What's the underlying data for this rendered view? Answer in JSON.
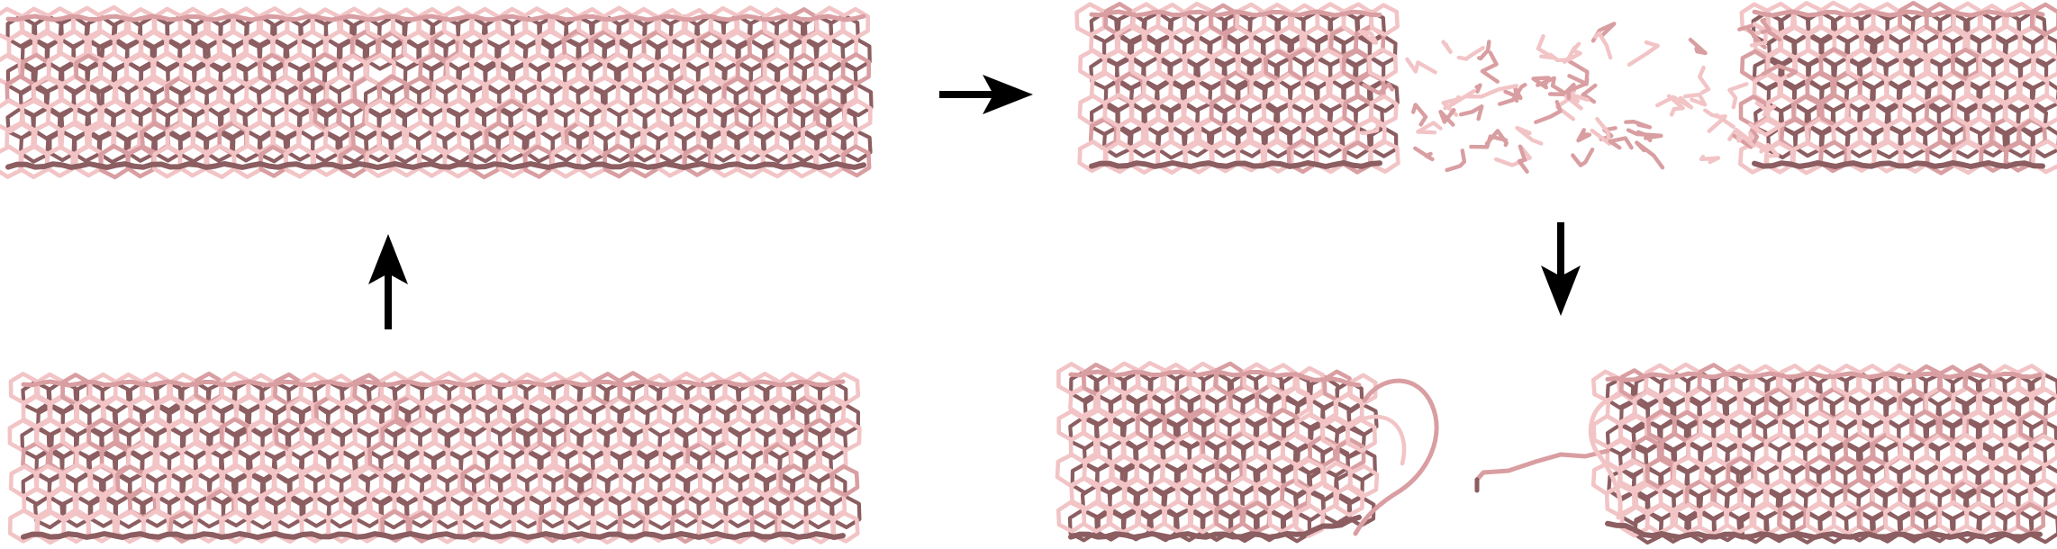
{
  "figure": {
    "background": "#ffffff",
    "bond_colors": {
      "light": "#f2c4c6",
      "mid": "#d99ea1",
      "dark": "#8c5e61"
    },
    "arrow_color": "#000000",
    "panels": [
      {
        "name": "panel-initial-nanotube",
        "state": "intact"
      },
      {
        "name": "panel-strained-nanotube",
        "state": "defect"
      },
      {
        "name": "panel-necking-nanotube",
        "state": "necking"
      },
      {
        "name": "panel-fractured-nanotube",
        "state": "broken"
      }
    ],
    "arrows": [
      {
        "name": "arrow-up",
        "direction": "up"
      },
      {
        "name": "arrow-right",
        "direction": "right"
      },
      {
        "name": "arrow-down",
        "direction": "down"
      }
    ]
  }
}
